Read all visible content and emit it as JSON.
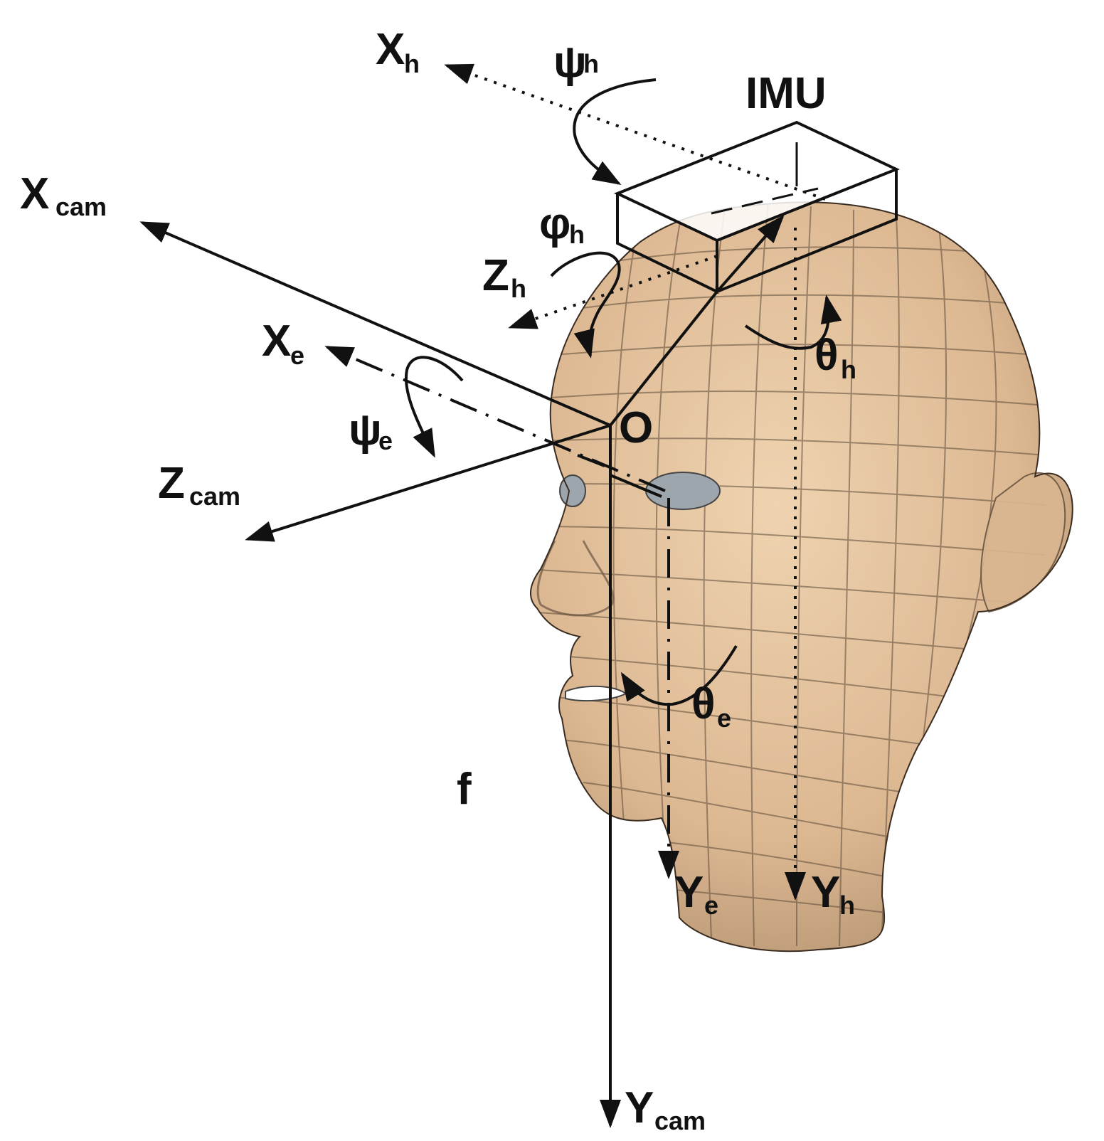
{
  "diagram": {
    "colors": {
      "ink": "#111111",
      "skin": "#e6c6a0",
      "skin_shadow": "#b08f6c",
      "mesh": "#5b4a38",
      "eye": "#9ea6ad"
    },
    "labels": {
      "imu": "IMU",
      "origin": "O",
      "focal": "f",
      "x_h": {
        "main": "X",
        "sub": "h"
      },
      "psi_h": {
        "main": "ψ",
        "sub": "h"
      },
      "x_cam": {
        "main": "X",
        "sub": "cam"
      },
      "phi_h": {
        "main": "φ",
        "sub": "h"
      },
      "z_h": {
        "main": "Z",
        "sub": "h"
      },
      "x_e": {
        "main": "X",
        "sub": "e"
      },
      "psi_e": {
        "main": "ψ",
        "sub": "e"
      },
      "z_cam": {
        "main": "Z",
        "sub": "cam"
      },
      "theta_h": {
        "main": "θ",
        "sub": "h"
      },
      "theta_e": {
        "main": "θ",
        "sub": "e"
      },
      "y_e": {
        "main": "Y",
        "sub": "e"
      },
      "y_h": {
        "main": "Y",
        "sub": "h"
      },
      "y_cam": {
        "main": "Y",
        "sub": "cam"
      }
    }
  }
}
